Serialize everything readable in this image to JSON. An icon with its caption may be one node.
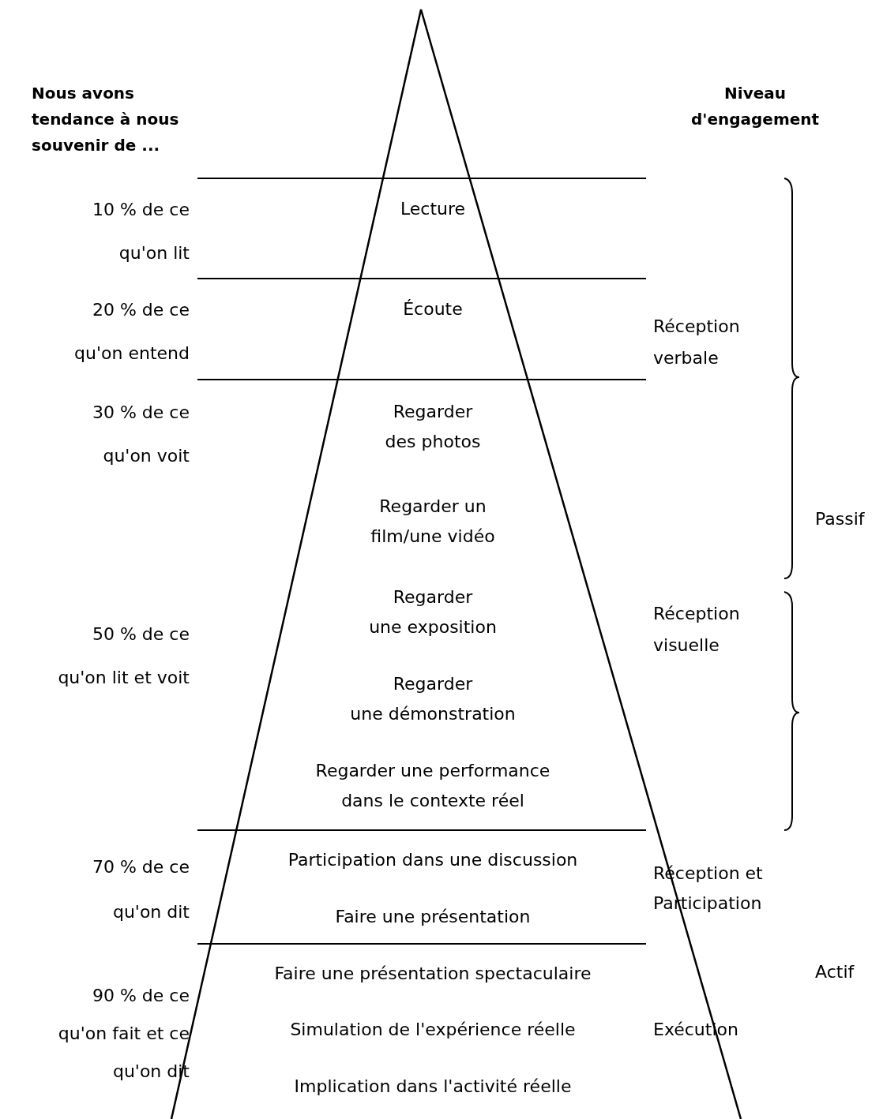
{
  "diagram": {
    "labels": [
      "Nous avons tendance à nous souvenir de ...",
      "Niveau d'engagement",
      "10 % de ce qu'on lit",
      "Lecture",
      "20 % de ce qu'on entend",
      "Écoute",
      "Réception verbale",
      "30 % de ce qu'on voit",
      "Regarder des photos",
      "Regarder un film/une vidéo",
      "Passif",
      "Regarder une exposition",
      "Réception visuelle",
      "50 % de ce qu'on lit et voit",
      "Regarder une démonstration",
      "Regarder une performance dans le contexte réel",
      "Participation dans une discussion",
      "70 % de ce qu'on dit",
      "Réception et Participation",
      "Faire une présentation",
      "Faire une présentation spectaculaire",
      "Actif",
      "90 % de ce qu'on fait et ce qu'on dit",
      "Simulation de l'expérience réelle",
      "Exécution",
      "Implication dans l'activité réelle"
    ]
  }
}
